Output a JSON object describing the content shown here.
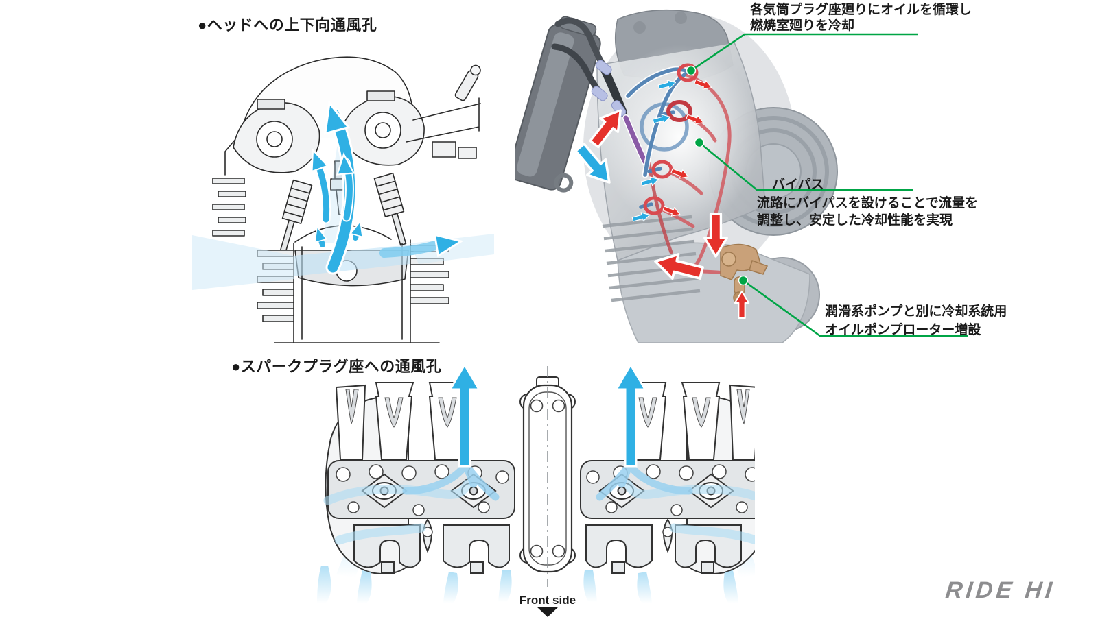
{
  "headings": {
    "head_vent": "●ヘッドへの上下向通風孔",
    "plug_vent": "●スパークプラグ座への通風孔"
  },
  "callouts": {
    "plug_oil": {
      "line1": "各気筒プラグ座廻りにオイルを循環し",
      "line2": "燃焼室廻りを冷却"
    },
    "bypass": {
      "title": "バイパス",
      "line1": "流路にバイパスを設けることで流量を",
      "line2": "調整し、安定した冷却性能を実現"
    },
    "oil_pump": {
      "line1": "潤滑系ポンプと別に冷却系統用",
      "line2": "オイルポンプローター増設"
    }
  },
  "labels": {
    "front_side": "Front side"
  },
  "watermark": {
    "text": "RIDE HI"
  },
  "colors": {
    "flow_blue": "#29abe2",
    "flow_blue_light": "#bfe3f6",
    "flow_red": "#e5312b",
    "pipe_blue": "#4f80b3",
    "pipe_red": "#d25a60",
    "leader_green": "#00a546",
    "pump_tan": "#c9a179",
    "logo_gray": "#8d8d8f"
  }
}
